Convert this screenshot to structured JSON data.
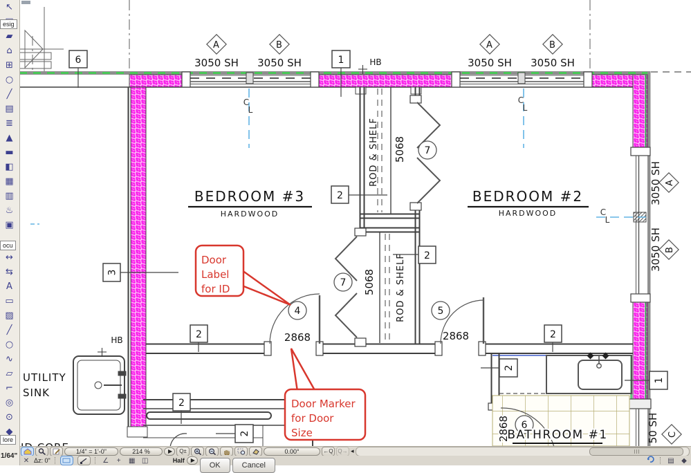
{
  "toolbar": {
    "tooltip_design": "esig",
    "tooltip_document": "ocu",
    "tooltip_more": "lore",
    "scale_indicator": "1/64\"",
    "top_icons": [
      {
        "name": "select-tool-icon",
        "glyph": "↖"
      },
      {
        "name": "marquee-tool-icon",
        "glyph": "□"
      },
      {
        "name": "wall-tool-icon",
        "glyph": "▰"
      },
      {
        "name": "door-tool-icon",
        "glyph": "⌂"
      },
      {
        "name": "window-tool-icon",
        "glyph": "⊞"
      },
      {
        "name": "column-tool-icon",
        "glyph": "○"
      },
      {
        "name": "beam-tool-icon",
        "glyph": "╱"
      },
      {
        "name": "floor-tool-icon",
        "glyph": "▤"
      },
      {
        "name": "stair-tool-icon",
        "glyph": "≣"
      },
      {
        "name": "roof-tool-icon",
        "glyph": "▲"
      },
      {
        "name": "ceiling-tool-icon",
        "glyph": "▬"
      },
      {
        "name": "skylight-tool-icon",
        "glyph": "◧"
      },
      {
        "name": "framing-tool-icon",
        "glyph": "▦"
      },
      {
        "name": "cabinet-tool-icon",
        "glyph": "▥"
      },
      {
        "name": "fixture-tool-icon",
        "glyph": "♨"
      },
      {
        "name": "appliance-tool-icon",
        "glyph": "▣"
      }
    ],
    "bottom_icons": [
      {
        "name": "dimension-tool-icon",
        "glyph": "↔"
      },
      {
        "name": "auto-dimension-tool-icon",
        "glyph": "⇆"
      },
      {
        "name": "text-tool-icon",
        "glyph": "A"
      },
      {
        "name": "callout-tool-icon",
        "glyph": "▭"
      },
      {
        "name": "hatch-tool-icon",
        "glyph": "▨"
      },
      {
        "name": "line-tool-icon",
        "glyph": "╱"
      },
      {
        "name": "circle-tool-icon",
        "glyph": "○"
      },
      {
        "name": "spline-tool-icon",
        "glyph": "∿"
      },
      {
        "name": "picture-tool-icon",
        "glyph": "▱"
      },
      {
        "name": "section-tool-icon",
        "glyph": "⌐"
      },
      {
        "name": "elevation-tool-icon",
        "glyph": "◎"
      },
      {
        "name": "camera-tool-icon",
        "glyph": "⊙"
      },
      {
        "name": "material-tool-icon",
        "glyph": "◆"
      }
    ]
  },
  "statusbar": {
    "scale": "1/4\"  =  1'-0\"",
    "zoom_level": "214 %",
    "angle": "0.00°",
    "glyphs": {
      "right_arrow": "▶",
      "left_small": "◂",
      "back_zoom": "←Q",
      "forward_zoom": "Q→",
      "qupdown": "Q±",
      "cross": "✕"
    }
  },
  "statusbar2": {
    "delta_z": "Δz: 0\"",
    "layer_set": "Half",
    "ok": "OK",
    "cancel": "Cancel"
  },
  "plan": {
    "rooms": [
      {
        "name": "BEDROOM #3",
        "floor": "HARDWOOD"
      },
      {
        "name": "BEDROOM #2",
        "floor": "HARDWOOD"
      },
      {
        "name": "BATHROOM #1",
        "floor": ""
      }
    ],
    "labels": {
      "utility1": "UTILITY",
      "utility2": "SINK",
      "partial": "ID CORE",
      "hb": "HB",
      "rod_shelf": "ROD & SHELF"
    },
    "markers": {
      "one": "1",
      "two": "2",
      "three": "3",
      "six": "6"
    },
    "windows_top": [
      {
        "id": "A",
        "size": "3050 SH"
      },
      {
        "id": "B",
        "size": "3050 SH"
      },
      {
        "id": "A",
        "size": "3050 SH"
      },
      {
        "id": "B",
        "size": "3050 SH"
      }
    ],
    "windows_right": [
      {
        "id": "A",
        "size": "3050 SH"
      },
      {
        "id": "B",
        "size": "3050 SH"
      },
      {
        "id": "C",
        "size": "50 SH"
      }
    ],
    "doors": [
      {
        "id": "4",
        "size": "2868"
      },
      {
        "id": "5",
        "size": "2868"
      },
      {
        "id": "6",
        "size": "2868"
      }
    ],
    "closet_doors": [
      {
        "id": "7",
        "size": "5068"
      },
      {
        "id": "7",
        "size": "5068"
      }
    ],
    "centerline": {
      "c": "C",
      "l": "L"
    },
    "callouts": [
      {
        "line1": "Door",
        "line2": "Label",
        "line3": "for ID"
      },
      {
        "line1": "Door Marker",
        "line2": "for Door",
        "line3": "Size"
      }
    ]
  },
  "colors": {
    "insulation": "#fa26ec",
    "wall_line": "#3f3f3f",
    "green_dash": "#3fd44f",
    "cyan": "#62b4e4",
    "callout_red": "#d8372d",
    "tile": "#b5ad72",
    "blue_line": "#3f5cc8"
  }
}
